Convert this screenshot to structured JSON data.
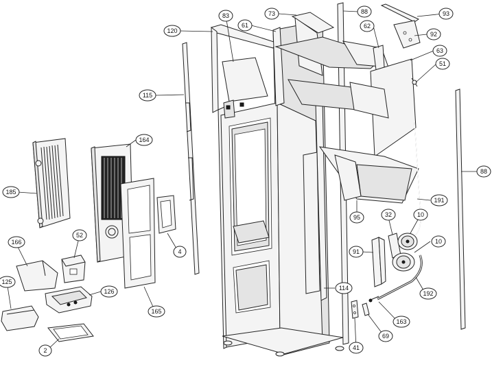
{
  "callouts": [
    {
      "id": "c83",
      "label": "83"
    },
    {
      "id": "c73",
      "label": "73"
    },
    {
      "id": "c88a",
      "label": "88"
    },
    {
      "id": "c93",
      "label": "93"
    },
    {
      "id": "c120",
      "label": "120"
    },
    {
      "id": "c61",
      "label": "61"
    },
    {
      "id": "c62",
      "label": "62"
    },
    {
      "id": "c92",
      "label": "92"
    },
    {
      "id": "c63",
      "label": "63"
    },
    {
      "id": "c51",
      "label": "51"
    },
    {
      "id": "c115",
      "label": "115"
    },
    {
      "id": "c164",
      "label": "164"
    },
    {
      "id": "c185",
      "label": "185"
    },
    {
      "id": "c88b",
      "label": "88"
    },
    {
      "id": "c191",
      "label": "191"
    },
    {
      "id": "c4",
      "label": "4"
    },
    {
      "id": "c95",
      "label": "95"
    },
    {
      "id": "c32",
      "label": "32"
    },
    {
      "id": "c10a",
      "label": "10"
    },
    {
      "id": "c52",
      "label": "52"
    },
    {
      "id": "c166",
      "label": "166"
    },
    {
      "id": "c91",
      "label": "91"
    },
    {
      "id": "c10b",
      "label": "10"
    },
    {
      "id": "c125",
      "label": "125"
    },
    {
      "id": "c126",
      "label": "126"
    },
    {
      "id": "c114",
      "label": "114"
    },
    {
      "id": "c192",
      "label": "192"
    },
    {
      "id": "c165",
      "label": "165"
    },
    {
      "id": "c163",
      "label": "163"
    },
    {
      "id": "c69",
      "label": "69"
    },
    {
      "id": "c2",
      "label": "2"
    },
    {
      "id": "c41",
      "label": "41"
    }
  ]
}
